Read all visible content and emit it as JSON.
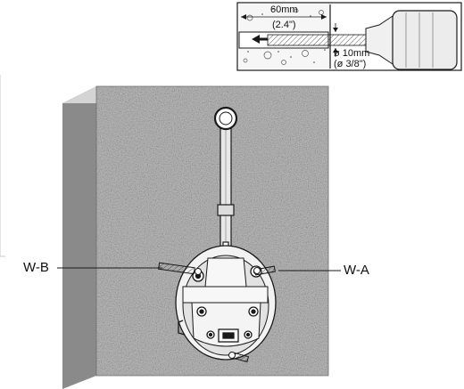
{
  "inset": {
    "depth_metric": "60mm",
    "depth_imperial": "(2.4\")",
    "diameter_metric": "ø 10mm",
    "diameter_imperial": "(ø 3/8\")"
  },
  "callouts": {
    "left": "W-B",
    "right": "W-A"
  },
  "colors": {
    "wall_face": "#bdbdbd",
    "wall_side": "#8a8a8a",
    "wall_top": "#d4d4d4",
    "line": "#1a1a1a"
  }
}
